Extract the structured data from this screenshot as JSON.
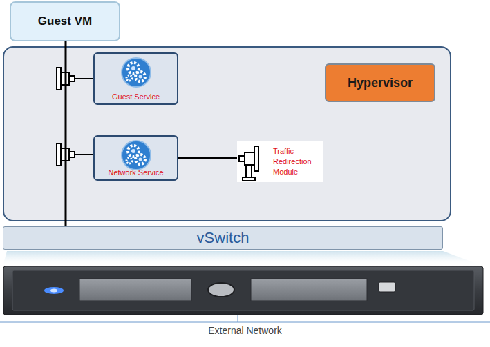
{
  "diagram": {
    "nodes": [
      {
        "text": [
          "Guest VM"
        ]
      },
      {
        "text": [
          "Hypervisor"
        ]
      },
      {
        "text": [
          "Guest Service"
        ]
      },
      {
        "text": [
          "Network Service"
        ]
      },
      {
        "text": [
          "Traffic Redirection Module"
        ]
      },
      {
        "text": [
          "vSwitch"
        ]
      }
    ],
    "edges": [
      {
        "from": 0,
        "to": 5,
        "arrow": "none"
      },
      {
        "from": 3,
        "to": 4,
        "arrow": "none"
      }
    ],
    "labels": [
      "External Network"
    ]
  }
}
